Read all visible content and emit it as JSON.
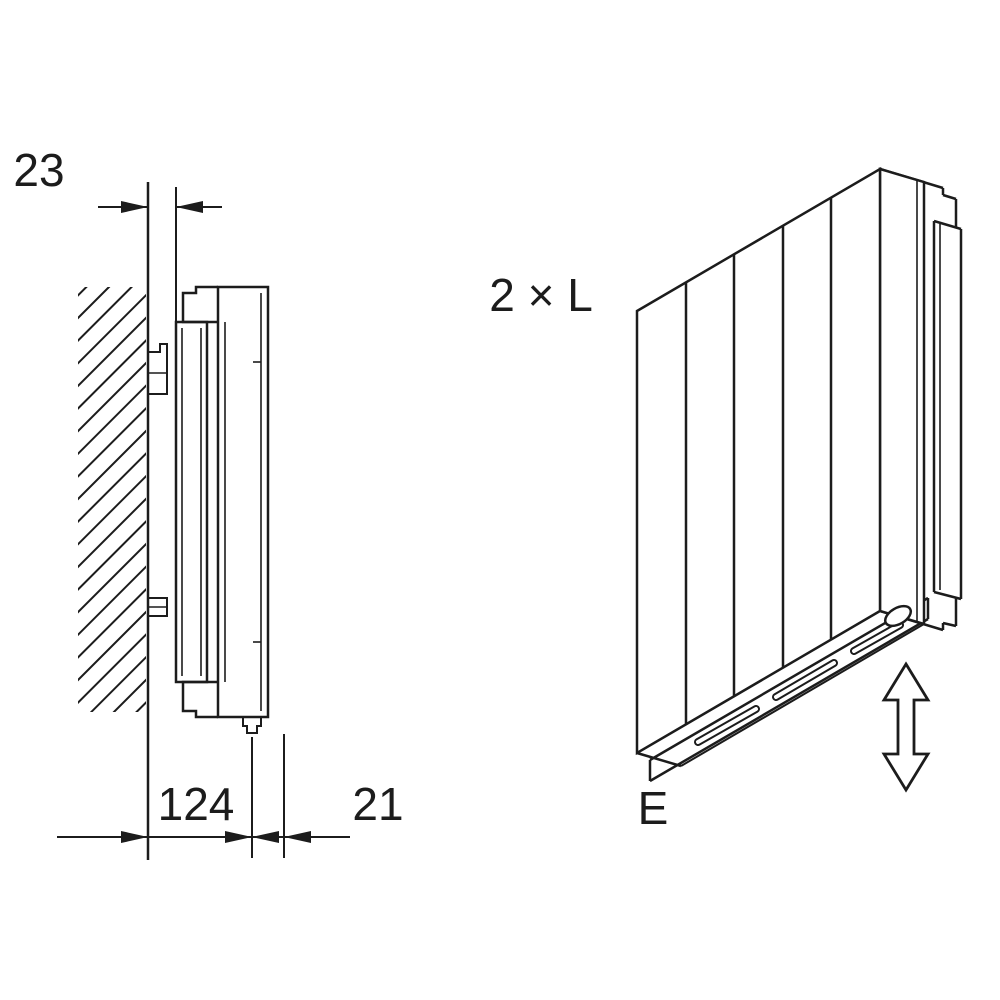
{
  "drawing": {
    "side_view": {
      "wall_clearance": "23",
      "depth": "124",
      "front_clearance": "21"
    },
    "iso_view": {
      "length_label": "2 × L",
      "rail_label": "E"
    },
    "colors": {
      "line": "#1c1c1c",
      "background": "#ffffff"
    }
  }
}
